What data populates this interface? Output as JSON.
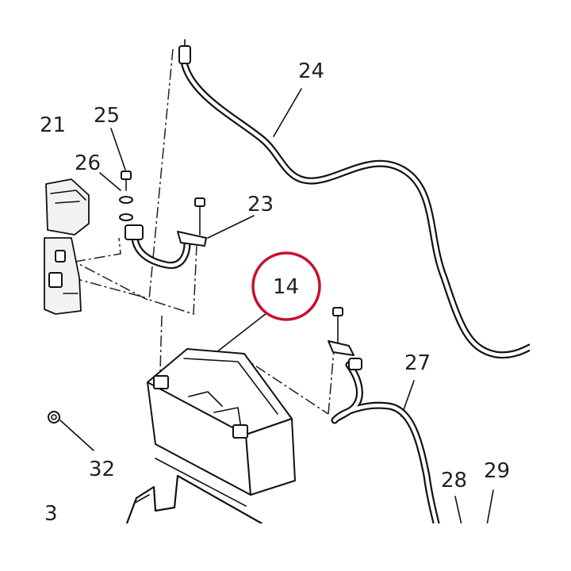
{
  "callouts": {
    "c21": "21",
    "c23": "23",
    "c24": "24",
    "c25": "25",
    "c26": "26",
    "c14": "14",
    "c27": "27",
    "c28": "28",
    "c29": "29",
    "c32": "32",
    "c3": "3"
  },
  "colors": {
    "line": "#111111",
    "highlight_circle": "#c8102e",
    "background": "#ffffff"
  }
}
